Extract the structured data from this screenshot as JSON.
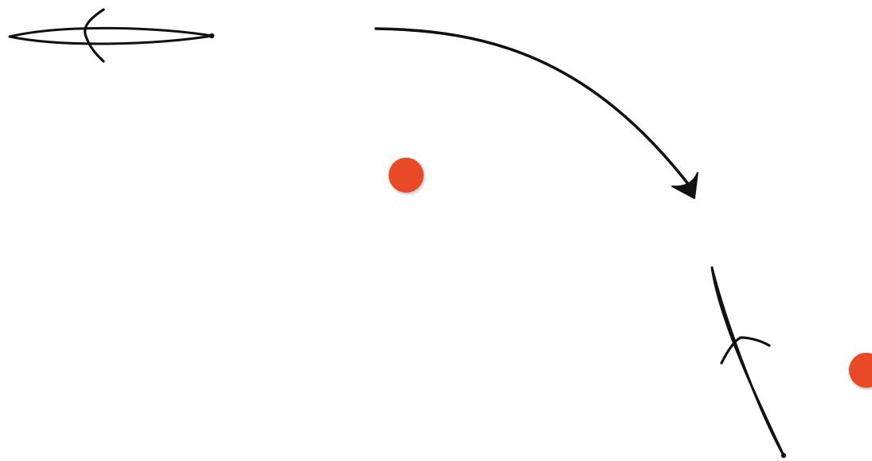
{
  "diagram": {
    "background": "#ffffff",
    "ink_color": "#111111",
    "dot_color": "#e84a27",
    "elements": [
      "ship-left",
      "curved-arrow",
      "red-dot-center",
      "ship-rotated",
      "red-dot-right"
    ]
  }
}
